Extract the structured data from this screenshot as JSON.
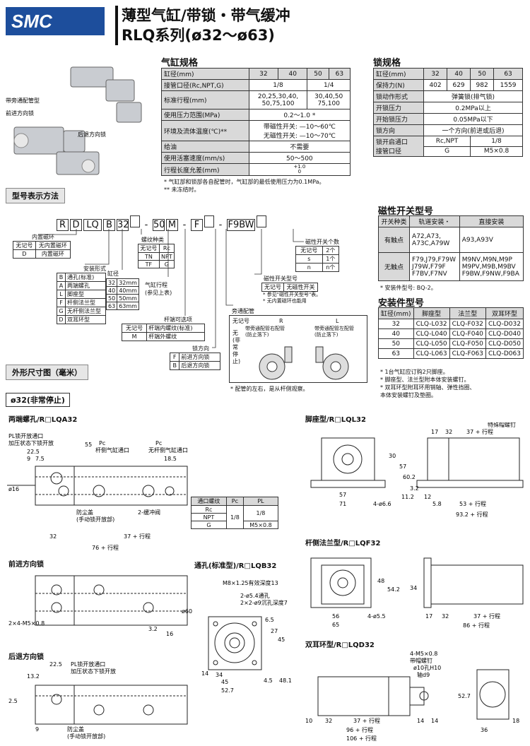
{
  "brand": "SMC",
  "title": "薄型气缸/带锁・带气缓冲",
  "subtitle": "RLQ系列(ø32～ø63)",
  "product_labels": {
    "side_port": "带旁通配管型",
    "fwd": "前进方向锁",
    "bwd": "后退方向锁"
  },
  "cyl_spec": {
    "heading": "气缸规格",
    "rows": [
      [
        "缸径(mm)",
        "32",
        "40",
        "50",
        "63"
      ],
      [
        "接管口径(Rc,NPT,G)",
        "1/8",
        "1/4"
      ],
      [
        "标准行程(mm)",
        "20,25,30,40,\n50,75,100",
        "30,40,50\n75,100"
      ],
      [
        "使用压力范围(MPa)",
        "0.2～1.0 *"
      ],
      [
        "环境及流体温度(℃)**",
        "带磁性开关: —10～60℃\n无磁性开关: —10～70℃"
      ],
      [
        "给油",
        "不需要"
      ],
      [
        "使用活塞速度(mm/s)",
        "50～500"
      ],
      [
        "行程长度允差(mm)",
        "+1.0\n0"
      ]
    ],
    "notes": [
      "* 气缸部和锁部各自配管时，气缸部的最低使用压力为0.1MPa。",
      "** 未冻结时。"
    ]
  },
  "lock_spec": {
    "heading": "锁规格",
    "rows": [
      [
        "缸径(mm)",
        "32",
        "40",
        "50",
        "63"
      ],
      [
        "保持力(N)",
        "402",
        "629",
        "982",
        "1559"
      ],
      [
        "锁动作形式",
        "弹簧锁(排气锁)"
      ],
      [
        "开锁压力",
        "0.2MPa以上"
      ],
      [
        "开始锁压力",
        "0.05MPa以下"
      ],
      [
        "锁方向",
        "一个方向(前进或后退)"
      ],
      [
        "锁开启通口\n接管口径",
        "Rc,NPT",
        "1/8",
        "G",
        "M5×0.8"
      ]
    ]
  },
  "model": {
    "heading": "型号表示方法",
    "code": [
      "R",
      "D",
      "LQ",
      "B",
      "32",
      "",
      "-",
      "50",
      "M",
      "-",
      "F",
      "",
      "-",
      "F9BW",
      ""
    ],
    "magnet": {
      "title": "内置磁环",
      "rows": [
        [
          "无记号",
          "无内置磁环"
        ],
        [
          "D",
          "内置磁环"
        ]
      ]
    },
    "mount": {
      "title": "安装形式",
      "rows": [
        [
          "B",
          "通孔(标准)"
        ],
        [
          "A",
          "两端螺孔"
        ],
        [
          "L",
          "脚座型"
        ],
        [
          "F",
          "杆侧法兰型"
        ],
        [
          "G",
          "无杆侧法兰型"
        ],
        [
          "D",
          "双耳环型"
        ]
      ]
    },
    "bore": {
      "title": "缸径",
      "rows": [
        [
          "32",
          "32mm"
        ],
        [
          "40",
          "40mm"
        ],
        [
          "50",
          "50mm"
        ],
        [
          "63",
          "63mm"
        ]
      ]
    },
    "thread": {
      "title": "螺纹种类",
      "rows": [
        [
          "无记号",
          "Rc"
        ],
        [
          "TN",
          "NPT"
        ],
        [
          "TF",
          "G"
        ]
      ]
    },
    "stroke": "气缸行程\n(参见上表)",
    "rodend": {
      "title": "杆端可选项",
      "rows": [
        [
          "无记号",
          "杆端内螺纹(标准)"
        ],
        [
          "M",
          "杆端外螺纹"
        ]
      ]
    },
    "lockdir": {
      "title": "锁方向",
      "rows": [
        [
          "F",
          "前进方向锁"
        ],
        [
          "B",
          "后退方向锁"
        ]
      ]
    },
    "bypass": {
      "title": "旁通配管",
      "cols": [
        "无记号",
        "R",
        "L"
      ],
      "none": "无(非常停止)",
      "r": "带旁通配管右配管\n(防止落下)",
      "l": "带旁通配管左配管\n(防止落下)",
      "note": "* 配管的左右，是从杆侧观察。"
    },
    "switchcount": {
      "title": "磁性开关个数",
      "rows": [
        [
          "无记号",
          "2个"
        ],
        [
          "s",
          "1个"
        ],
        [
          "n",
          "n个"
        ]
      ]
    },
    "switchtype": {
      "title": "磁性开关型号",
      "rows": [
        [
          "无记号",
          "无磁性开关"
        ]
      ],
      "notes": [
        "* 参见\"磁性开关型号\"表。",
        "* 无内置磁环也能用"
      ]
    }
  },
  "switch": {
    "heading": "磁性开关型号",
    "cols": [
      "开关种类",
      "轨道安装・",
      "直接安装"
    ],
    "rows": [
      [
        "有触点",
        "A72,A73,\nA73C,A79W",
        "A93,A93V"
      ],
      [
        "无触点",
        "F79,J79,F79W\nJ79W,F79F\nF7BV,F7NV",
        "M9NV,M9N,M9P\nM9PV,M9B,M9BV\nF9BW,F9NW,F9BA"
      ]
    ],
    "note": "* 安装件型号: BQ-2。"
  },
  "bracket": {
    "heading": "安装件型号",
    "cols": [
      "缸径(mm)",
      "脚座型",
      "法兰型",
      "双耳环型"
    ],
    "rows": [
      [
        "32",
        "CLQ-L032",
        "CLQ-F032",
        "CLQ-D032"
      ],
      [
        "40",
        "CLQ-L040",
        "CLQ-F040",
        "CLQ-D040"
      ],
      [
        "50",
        "CLQ-L050",
        "CLQ-F050",
        "CLQ-D050"
      ],
      [
        "63",
        "CLQ-L063",
        "CLQ-F063",
        "CLQ-D063"
      ]
    ],
    "notes": [
      "* 1台气缸应订购2只脚座。",
      "* 脚座型、法兰型附本体安装螺钉。",
      "* 双耳环型附耳环用销轴、弹性挡圈、\n  本体安装螺钉及垫圈。"
    ]
  },
  "dims": {
    "heading": "外形尺寸图（毫米）",
    "size_tag": "ø32(非常停止)",
    "views": {
      "a": "两端螺孔/R□LQA32",
      "l": "脚座型/R□LQL32",
      "fwd": "前进方向锁",
      "b": "通孔(标准型)/R□LQB32",
      "f": "杆侧法兰型/R□LQF32",
      "bwd": "后退方向锁",
      "d": "双耳环型/R□LQD32"
    },
    "port_table": {
      "cols": [
        "通口螺纹",
        "Pc",
        "PL"
      ],
      "rows": [
        [
          "Rc",
          "1/8",
          "1/8"
        ],
        [
          "NPT",
          "",
          ""
        ],
        [
          "G",
          "",
          "M5×0.8"
        ]
      ]
    },
    "labels": {
      "pl": "PL锁开放通口",
      "plpress": "加压状态下锁开放",
      "pc": "Pc",
      "pc_rod": "杆侧气缸通口",
      "pc_head": "无杆侧气缸通口",
      "dust": "防尘盖",
      "manual": "(手动锁开放部)",
      "cushion": "2-缓冲阀",
      "special_bolt": "特殊帽螺钉",
      "m8": "M8×1.25有效深度13",
      "thru": "2-ø5.4通孔",
      "cb": "2×2-ø9沉孔深度7",
      "m5": "2×4-M5×0.8",
      "d4m5": "4-M5×0.8",
      "capbolt": "带帽螺钉",
      "hole": "ø10孔H10",
      "shaft": "轴d9"
    },
    "nums": {
      "a": [
        "22.5",
        "9",
        "7.5",
        "55",
        "18.5",
        "ø16",
        "32",
        "37 + 行程",
        "76 + 行程"
      ],
      "l": [
        "57",
        "71",
        "4-ø6.6",
        "60.2",
        "57",
        "30",
        "17",
        "32",
        "37 + 行程",
        "3.2",
        "11.2",
        "12",
        "5.8",
        "53 + 行程",
        "93.2 + 行程"
      ],
      "fwd": [
        "3.2",
        "16"
      ],
      "b": [
        "ø60",
        "M8",
        "6.5",
        "27",
        "45",
        "34",
        "45",
        "52.7",
        "14",
        "4.5",
        "48.1"
      ],
      "f": [
        "56",
        "65",
        "4-ø5.5",
        "48",
        "54.2",
        "34",
        "17",
        "32",
        "37 + 行程",
        "86 + 行程"
      ],
      "bwd": [
        "22.5",
        "13.2",
        "2.5",
        "9"
      ],
      "d": [
        "10",
        "32",
        "37 + 行程",
        "96 + 行程",
        "106 + 行程",
        "52.7",
        "36",
        "18",
        "14",
        "14"
      ]
    }
  }
}
